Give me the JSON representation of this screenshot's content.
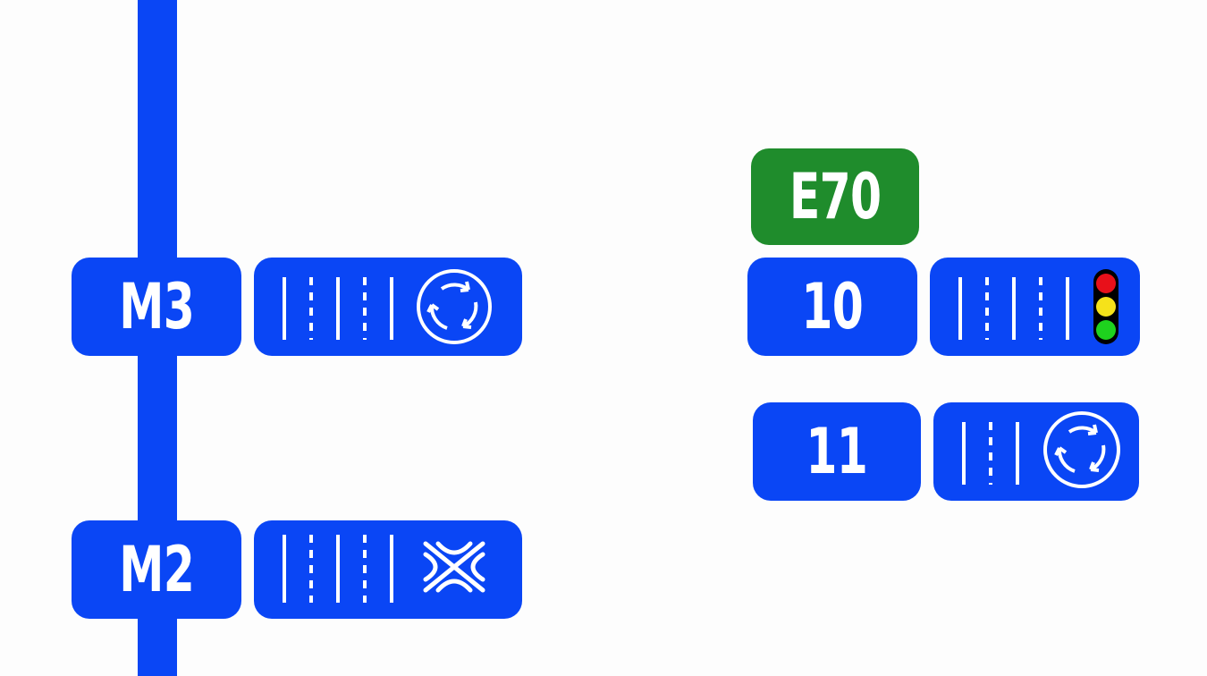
{
  "colors": {
    "motorway_blue": "#0a46f5",
    "european_green": "#1f8c2c",
    "marking_white": "#ffffff",
    "background": "#fdfdfd",
    "light_red": "#e8101a",
    "light_yellow": "#f5e21a",
    "light_green": "#1ed21e"
  },
  "route": {
    "name": "route-line"
  },
  "junctions": [
    {
      "label": "M3",
      "icon": "roundabout-icon"
    },
    {
      "label": "M2",
      "icon": "interchange-icon"
    },
    {
      "label": "10",
      "icon": "traffic-light-icon"
    },
    {
      "label": "11",
      "icon": "roundabout-icon"
    }
  ],
  "european_route": {
    "label": "E70"
  }
}
